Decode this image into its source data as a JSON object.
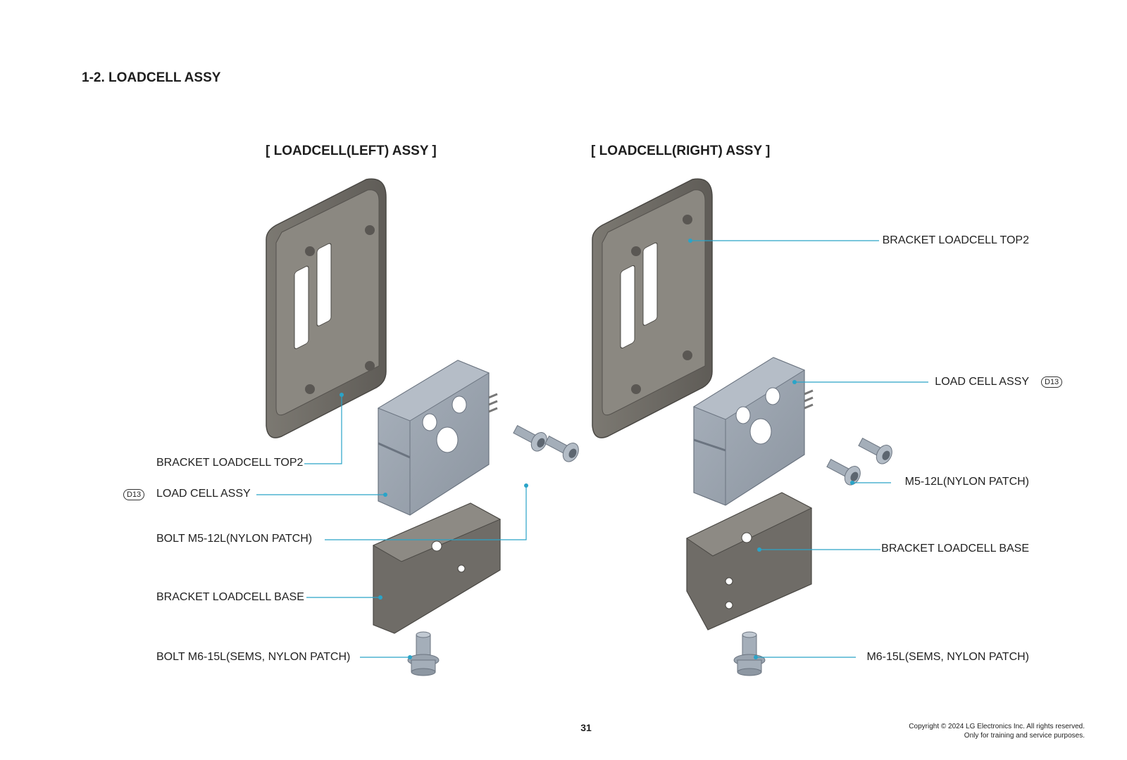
{
  "page": {
    "section_title": "1-2. LOADCELL ASSY",
    "page_number": "31",
    "copyright_line1": "Copyright © 2024 LG Electronics Inc. All rights reserved.",
    "copyright_line2": "Only for training and service purposes."
  },
  "left_assy": {
    "title": "[ LOADCELL(LEFT) ASSY ]",
    "labels": {
      "bracket_top": "BRACKET LOADCELL TOP2",
      "load_cell": "LOAD CELL ASSY",
      "load_cell_badge": "D13",
      "bolt_m5": "BOLT M5-12L(NYLON PATCH)",
      "bracket_base": "BRACKET LOADCELL BASE",
      "bolt_m6": "BOLT M6-15L(SEMS, NYLON PATCH)"
    }
  },
  "right_assy": {
    "title": "[ LOADCELL(RIGHT) ASSY ]",
    "labels": {
      "bracket_top": "BRACKET LOADCELL TOP2",
      "load_cell": "LOAD CELL ASSY",
      "load_cell_badge": "D13",
      "bolt_m5": "M5-12L(NYLON PATCH)",
      "bracket_base": "BRACKET LOADCELL BASE",
      "bolt_m6": "M6-15L(SEMS, NYLON PATCH)"
    }
  },
  "colors": {
    "bracket_dark": "#6e6b66",
    "bracket_face": "#8a8780",
    "loadcell_face": "#9aa3ae",
    "bolt": "#a4aeb9",
    "leader_line": "#2aa4c8"
  }
}
